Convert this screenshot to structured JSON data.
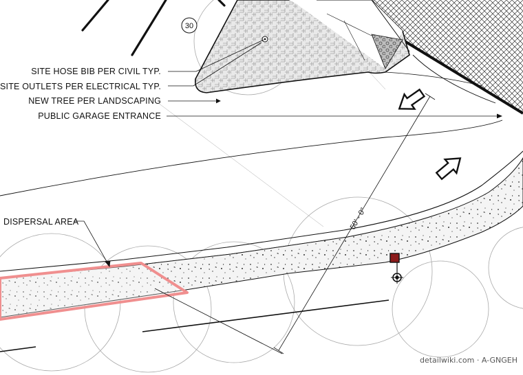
{
  "labels": {
    "hose_bib": "SITE HOSE BIB PER CIVIL TYP.",
    "outlets": "SITE OUTLETS PER ELECTRICAL TYP.",
    "new_tree": "NEW TREE PER LANDSCAPING",
    "garage_entrance": "PUBLIC GARAGE ENTRANCE",
    "dispersal_area": "DISPERSAL AREA"
  },
  "dimension": "50' - 0\"",
  "detail_tag": "30",
  "watermark": "detailwiki.com · A-GNGEH",
  "colors": {
    "line": "#111111",
    "thin": "#555555",
    "tree": "#9a9a9a",
    "dispersal": "#f08f8f",
    "outlet": "#8b1a1a"
  }
}
